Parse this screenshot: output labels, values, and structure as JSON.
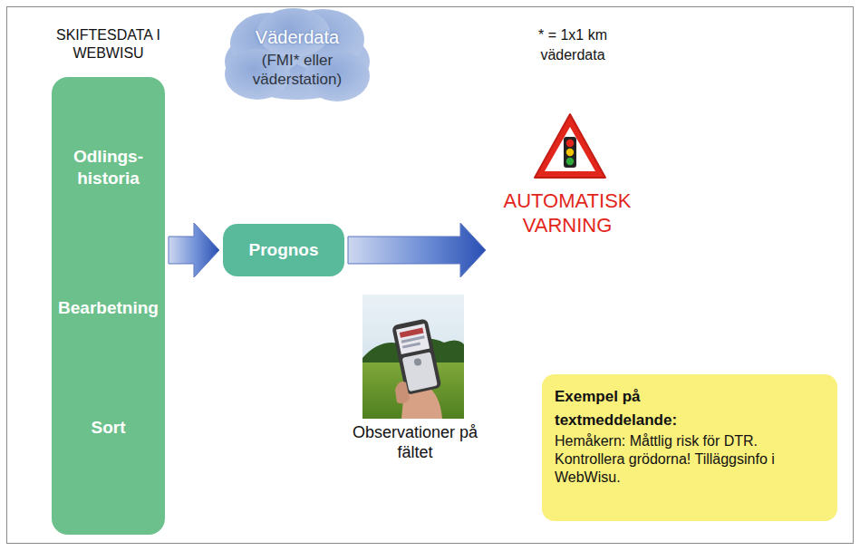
{
  "diagram": {
    "nodes": [
      {
        "text": [
          "SKIFTESDATA I WEBWISU",
          "Odlings- historia",
          "Bearbetning",
          "Sort"
        ]
      },
      {
        "text": [
          "Väderdata",
          "(FMI* eller väderstation)"
        ]
      },
      {
        "text": [
          "Prognos"
        ]
      },
      {
        "text": [
          "AUTOMATISK VARNING"
        ]
      },
      {
        "text": [
          "Exempel på textmeddelande:",
          "Hemåkern: Måttlig risk för DTR. Kontrollera grödorna! Tilläggsinfo i WebWisu."
        ]
      }
    ],
    "edges": [
      {
        "from": 0,
        "to": 2,
        "arrow": "to"
      },
      {
        "from": 2,
        "to": 3,
        "arrow": "to"
      }
    ],
    "labels": [
      "* = 1x1 km väderdata",
      "Observationer på fältet"
    ]
  }
}
